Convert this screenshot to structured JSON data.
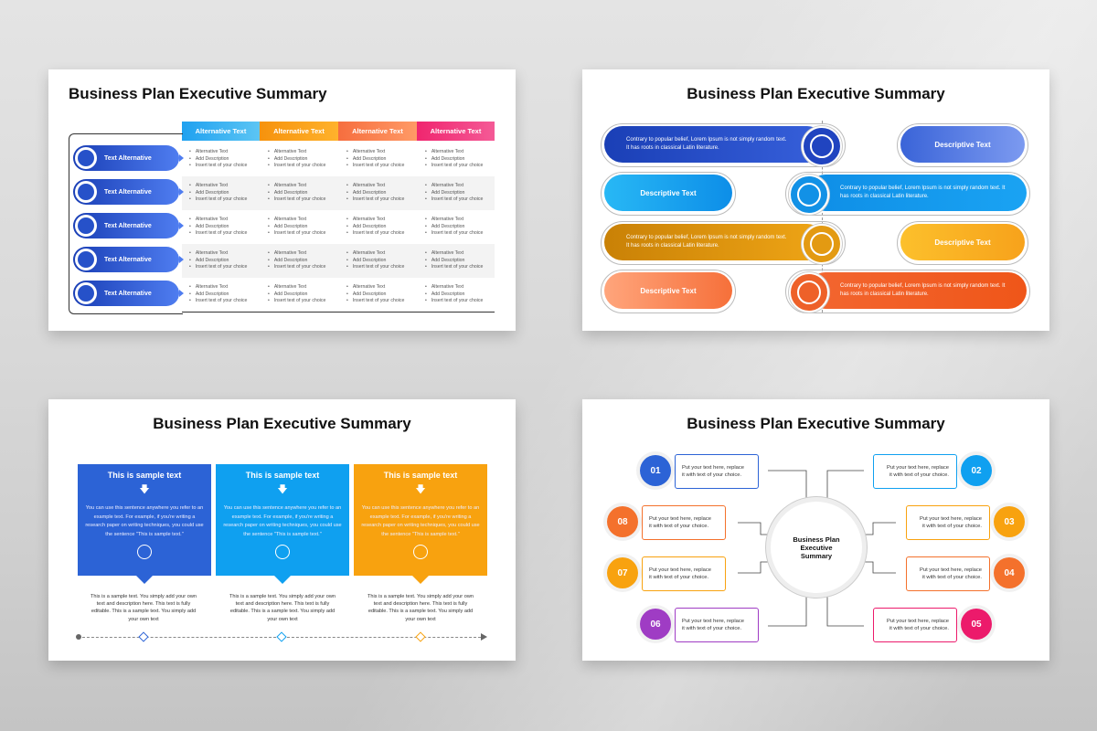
{
  "slides": [
    {
      "title": "Business Plan Executive Summary",
      "columns": [
        {
          "label": "Alternative Text",
          "color": "#3fb3f0"
        },
        {
          "label": "Alternative Text",
          "color": "#f8a11a"
        },
        {
          "label": "Alternative Text",
          "color": "#f77a50"
        },
        {
          "label": "Alternative Text",
          "color": "#ef2f78"
        }
      ],
      "row_label": "Text Alternative",
      "cell_lines": [
        "Alternative Text",
        "Add Description",
        "Insert text of your choice"
      ]
    },
    {
      "title": "Business Plan Executive Summary",
      "body": "Contrary to popular belief, Lorem Ipsum is not simply random text. It has roots in classical Latin literature.",
      "pill": "Descriptive Text"
    },
    {
      "title": "Business Plan Executive Summary",
      "box_heading": "This is sample text",
      "box_body": "You can use this sentence anywhere you refer to an example text. For example, if you're writing a research paper on writing techniques, you could use the sentence \"This is sample text.\"",
      "caption": "This is a sample text. You simply add your own text and description here. This text is fully editable. This is a sample text. You simply add your own text",
      "colors": [
        "#2c63d6",
        "#0fa0f0",
        "#f8a20f"
      ]
    },
    {
      "title": "Business Plan Executive Summary",
      "center": "Business Plan Executive Summary",
      "item_text": "Put your text here, replace it with text of your choice.",
      "numbers": [
        "01",
        "02",
        "03",
        "04",
        "05",
        "06",
        "07",
        "08"
      ]
    }
  ]
}
